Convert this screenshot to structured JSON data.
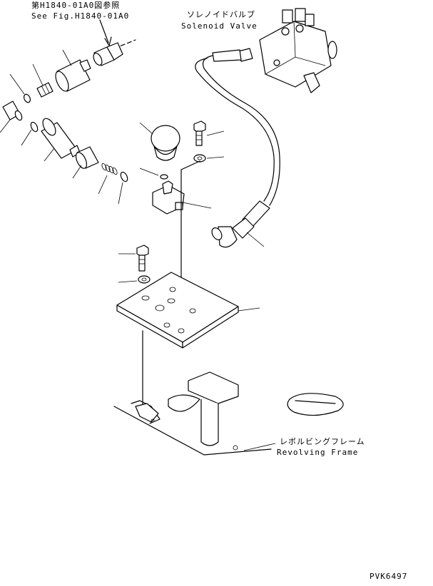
{
  "labels": {
    "see_fig_jp": "第H1840-01A0図参照",
    "see_fig_en": "See Fig.H1840-01A0",
    "solenoid_jp": "ソレノイドバルブ",
    "solenoid_en": "Solenoid Valve",
    "frame_jp": "レボルビングフレーム",
    "frame_en": "Revolving Frame",
    "drawing_code": "PVK6497"
  }
}
